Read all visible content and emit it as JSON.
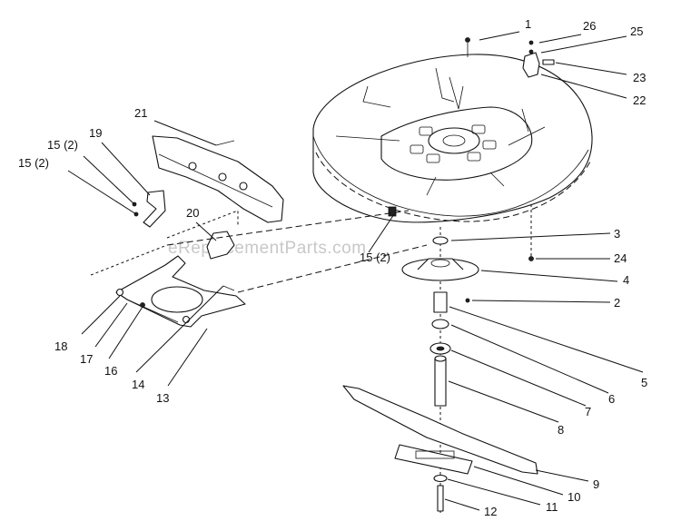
{
  "watermark": "eReplacementParts.com",
  "callouts": [
    {
      "id": "1",
      "text": "1"
    },
    {
      "id": "26",
      "text": "26"
    },
    {
      "id": "25",
      "text": "25"
    },
    {
      "id": "23",
      "text": "23"
    },
    {
      "id": "22",
      "text": "22"
    },
    {
      "id": "21",
      "text": "21"
    },
    {
      "id": "19",
      "text": "19"
    },
    {
      "id": "15a",
      "text": "15 (2)"
    },
    {
      "id": "15b",
      "text": "15 (2)"
    },
    {
      "id": "20",
      "text": "20"
    },
    {
      "id": "15c",
      "text": "15 (2)"
    },
    {
      "id": "3",
      "text": "3"
    },
    {
      "id": "24",
      "text": "24"
    },
    {
      "id": "4",
      "text": "4"
    },
    {
      "id": "2",
      "text": "2"
    },
    {
      "id": "18",
      "text": "18"
    },
    {
      "id": "17",
      "text": "17"
    },
    {
      "id": "16",
      "text": "16"
    },
    {
      "id": "14",
      "text": "14"
    },
    {
      "id": "13",
      "text": "13"
    },
    {
      "id": "5",
      "text": "5"
    },
    {
      "id": "6",
      "text": "6"
    },
    {
      "id": "7",
      "text": "7"
    },
    {
      "id": "8",
      "text": "8"
    },
    {
      "id": "9",
      "text": "9"
    },
    {
      "id": "10",
      "text": "10"
    },
    {
      "id": "11",
      "text": "11"
    },
    {
      "id": "12",
      "text": "12"
    }
  ]
}
